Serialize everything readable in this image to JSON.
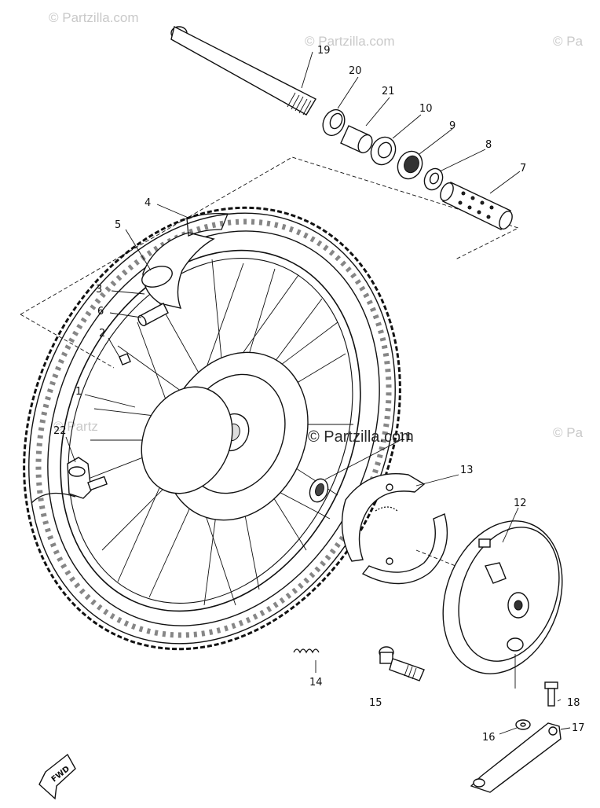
{
  "watermarks": {
    "top_left": "© Partzilla.com",
    "top_center": "© Partzilla.com",
    "top_right": "© Pa",
    "mid_left": "© Partz",
    "center": "© Partzilla.com",
    "mid_right": "© Pa"
  },
  "fwd_label": "FWD",
  "callouts": [
    {
      "id": "c1",
      "label": "1"
    },
    {
      "id": "c2",
      "label": "2"
    },
    {
      "id": "c3",
      "label": "3"
    },
    {
      "id": "c4",
      "label": "4"
    },
    {
      "id": "c5",
      "label": "5"
    },
    {
      "id": "c6",
      "label": "6"
    },
    {
      "id": "c7",
      "label": "7"
    },
    {
      "id": "c8",
      "label": "8"
    },
    {
      "id": "c9",
      "label": "9"
    },
    {
      "id": "c10",
      "label": "10"
    },
    {
      "id": "c11",
      "label": "11"
    },
    {
      "id": "c12",
      "label": "12"
    },
    {
      "id": "c13",
      "label": "13"
    },
    {
      "id": "c14",
      "label": "14"
    },
    {
      "id": "c15",
      "label": "15"
    },
    {
      "id": "c16",
      "label": "16"
    },
    {
      "id": "c17",
      "label": "17"
    },
    {
      "id": "c18",
      "label": "18"
    },
    {
      "id": "c19",
      "label": "19"
    },
    {
      "id": "c20",
      "label": "20"
    },
    {
      "id": "c21",
      "label": "21"
    },
    {
      "id": "c22",
      "label": "22"
    }
  ]
}
